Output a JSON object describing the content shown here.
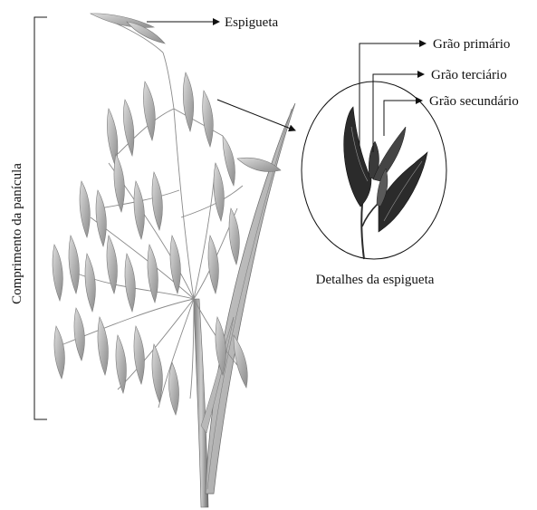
{
  "labels": {
    "spikelet": "Espigueta",
    "primary_grain": "Grão primário",
    "tertiary_grain": "Grão terciário",
    "secondary_grain": "Grão secundário",
    "spikelet_details": "Detalhes da espigueta",
    "panicle_length": "Comprimento da panícula"
  },
  "colors": {
    "ink": "#111111",
    "plant_light": "#d4d4d4",
    "plant_mid": "#9a9a9a",
    "plant_dark": "#5a5a5a",
    "grain_dark": "#2b2b2b"
  },
  "icons": {
    "plant": "oat-panicle-illustration",
    "detail": "spikelet-detail-illustration"
  }
}
